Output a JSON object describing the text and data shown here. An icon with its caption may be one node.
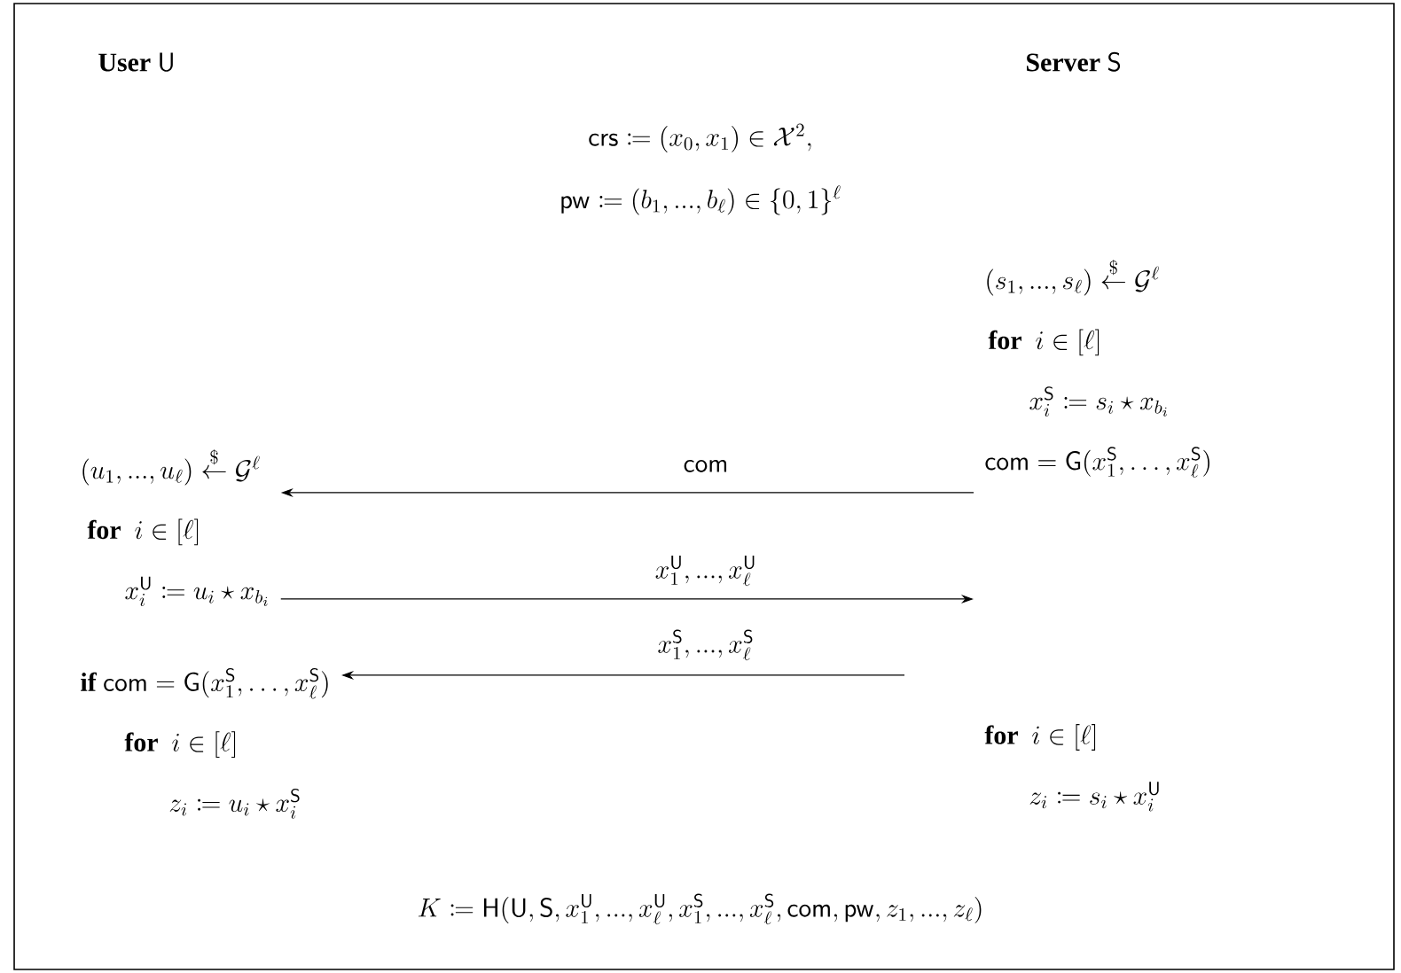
{
  "diagram": {
    "nodes": [
      {
        "text": [
          "(u_1, ..., u_\\ell) \\overset{\\$}{\\leftarrow} \\mathcal{G}^\\ell",
          "\\textbf{for}\\ \\ i \\in [\\ell]",
          "x_i^{\\mathsf{U}} \\coloneqq u_i \\star x_{b_i}"
        ]
      },
      {
        "text": [
          "(s_1, ..., s_\\ell) \\overset{\\$}{\\leftarrow} \\mathcal{G}^\\ell",
          "\\textbf{for}\\ \\ i \\in [\\ell]",
          "x_i^{\\mathsf{S}} \\coloneqq s_i \\star x_{b_i}",
          "\\mathsf{com} = \\mathsf{G}(x_1^{\\mathsf{S}}, \\ldots, x_\\ell^{\\mathsf{S}})"
        ]
      },
      {
        "text": [
          "\\textbf{if}\\ \\mathsf{com} = \\mathsf{G}(x_1^{\\mathsf{S}}, \\ldots, x_\\ell^{\\mathsf{S}})",
          "\\textbf{for}\\ \\ i \\in [\\ell]",
          "z_i \\coloneqq u_i \\star x_i^{\\mathsf{S}}"
        ]
      },
      {
        "text": [
          "\\textbf{for}\\ \\ i \\in [\\ell]",
          "z_i \\coloneqq s_i \\star x_i^{\\mathsf{U}}"
        ]
      }
    ],
    "edges": [
      {
        "from": 1,
        "to": 0,
        "arrow": "to",
        "label": "\\mathsf{com}"
      },
      {
        "from": 0,
        "to": 1,
        "arrow": "to",
        "label": "x_1^{\\mathsf{U}}, ..., x_\\ell^{\\mathsf{U}}"
      },
      {
        "from": null,
        "to": 2,
        "arrow": "to",
        "label": "x_1^{\\mathsf{S}}, ..., x_\\ell^{\\mathsf{S}}"
      }
    ],
    "labels": [
      "\\textbf{User}\\ \\mathsf{U}",
      "\\textbf{Server}\\ \\mathsf{S}",
      "\\mathsf{crs} \\coloneqq (x_0, x_1) \\in \\mathcal{X}^2,",
      "\\mathsf{pw} \\coloneqq (b_1, ..., b_\\ell) \\in \\{0,1\\}^\\ell",
      "K \\coloneqq \\mathsf{H}(\\mathsf{U}, \\mathsf{S}, x_1^{\\mathsf{U}}, ..., x_\\ell^{\\mathsf{U}}, x_1^{\\mathsf{S}}, ..., x_\\ell^{\\mathsf{S}}, \\mathsf{com}, \\mathsf{pw}, z_1, ..., z_\\ell)"
    ]
  }
}
